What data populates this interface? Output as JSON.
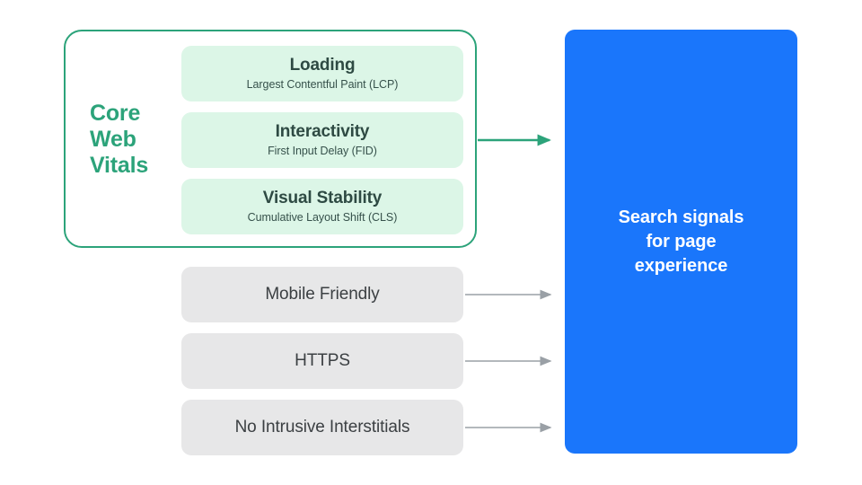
{
  "diagram": {
    "title_text": "Core Web Vitals / Search signals for page experience",
    "colors": {
      "green": "#2CA37A",
      "mint": "#DCF6E7",
      "grey": "#E7E7E8",
      "blue": "#1A76FB",
      "dark_text": "#3C4043",
      "arrow_grey": "#9AA0A6"
    },
    "core_web_vitals": {
      "label_lines": [
        "Core",
        "Web",
        "Vitals"
      ],
      "items": [
        {
          "title": "Loading",
          "subtitle": "Largest Contentful Paint (LCP)"
        },
        {
          "title": "Interactivity",
          "subtitle": "First Input Delay (FID)"
        },
        {
          "title": "Visual Stability",
          "subtitle": "Cumulative Layout Shift (CLS)"
        }
      ]
    },
    "other_signals": [
      {
        "label": "Mobile Friendly"
      },
      {
        "label": "HTTPS"
      },
      {
        "label": "No Intrusive Interstitials"
      }
    ],
    "destination": {
      "lines": [
        "Search signals",
        "for page",
        "experience"
      ]
    }
  }
}
